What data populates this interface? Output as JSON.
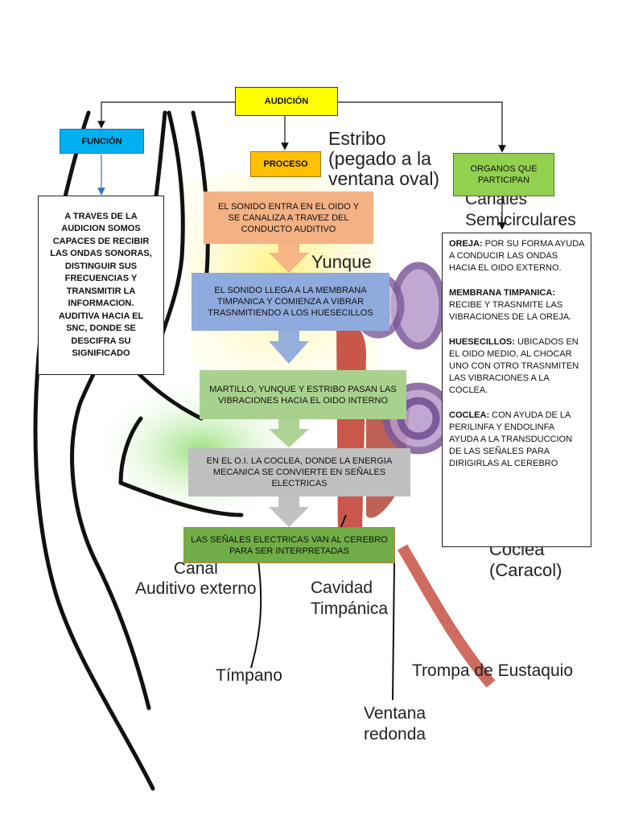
{
  "background_labels": {
    "estribo": "Estribo\n(pegado a la\nventana oval)",
    "canales": "Canales\nSemicirculares",
    "yunque": "Yunque",
    "coclea": "Cóclea\n(Caracol)",
    "canal": "Canal\nAuditivo externo",
    "cavidad": "Cavidad\nTimpánica",
    "timpano": "Tímpano",
    "ventana": "Ventana\nredonda",
    "trompa": "Trompa de Eustaquio"
  },
  "root": {
    "label": "AUDICIÓN",
    "color": "#ffff00"
  },
  "funcion": {
    "label": "FUNCIÓN",
    "color": "#00b0f0",
    "text": "A TRAVES DE LA\nAUDICION SOMOS\nCAPACES DE RECIBIR\nLAS ONDAS SONORAS,\nDISTINGUIR SUS\nFRECUENCIAS Y\nTRANSMITIR LA\nINFORMACION.\nAUDITIVA HACIA EL\nSNC, DONDE SE\nDESCIFRA SU\nSIGNIFICADO"
  },
  "proceso": {
    "label": "PROCESO",
    "color": "#ffc000",
    "steps": [
      {
        "text": "EL SONIDO ENTRA EN EL OIDO Y\nSE CANALIZA A TRAVEZ DEL\nCONDUCTO AUDITIVO",
        "color": "#f4b183"
      },
      {
        "text": "EL SONIDO LLEGA A LA MEMBRANA\nTIMPANICA Y COMIENZA A VIBRAR\nTRASNMITIENDO A LOS HUESECILLOS",
        "color": "#8faadc"
      },
      {
        "text": "MARTILLO, YUNQUE Y ESTRIBO PASAN LAS\nVIBRACIONES HACIA EL OIDO INTERNO",
        "color": "#a9d18e"
      },
      {
        "text": "EN EL O.I. LA COCLEA, DONDE LA ENERGIA\nMECANICA SE CONVIERTE EN SEÑALES\nELECTRICAS",
        "color": "#bfbfbf"
      },
      {
        "text": "LAS SEÑALES ELECTRICAS VAN AL CEREBRO\nPARA SER INTERPRETADAS",
        "color": "#70ad47"
      }
    ]
  },
  "organos": {
    "label": "ORGANOS QUE\nPARTICIPAN",
    "color": "#92d050",
    "items": [
      {
        "term": "OREJA:",
        "desc": " POR SU FORMA AYUDA A CONDUCIR LAS ONDAS HACIA EL OIDO EXTERNO."
      },
      {
        "term": "MEMBRANA TIMPANICA:",
        "desc": " RECIBE Y TRASNMITE LAS VIBRACIONES DE LA OREJA."
      },
      {
        "term": "HUESECILLOS:",
        "desc": " UBICADOS EN EL OIDO MEDIO, AL CHOCAR UNO CON OTRO TRASNMITEN LAS VIBRACIONES A LA COCLEA."
      },
      {
        "term": "COCLEA:",
        "desc": " CON AYUDA DE LA PERILINFA Y ENDOLINFA AYUDA A LA TRANSDUCCION DE LAS SEÑALES PARA DIRIGIRLAS AL CEREBRO"
      }
    ]
  }
}
